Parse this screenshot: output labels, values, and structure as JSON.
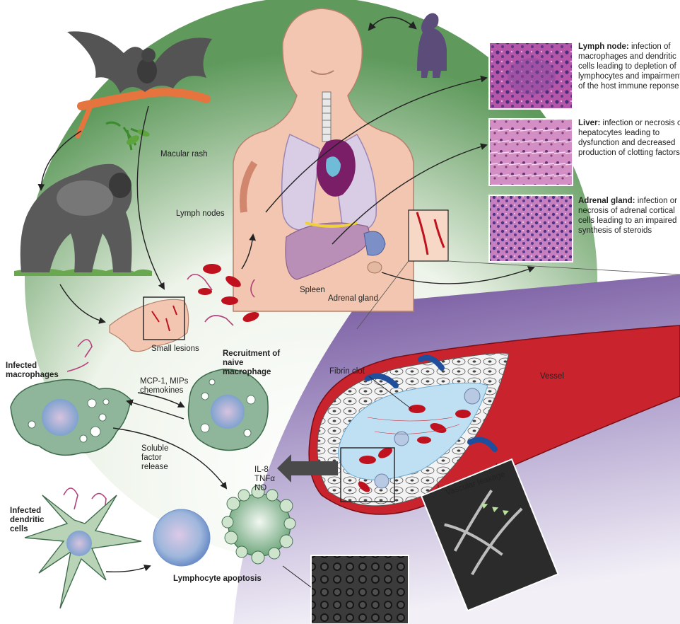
{
  "labels": {
    "macular_rash": "Macular rash",
    "lymph_nodes": "Lymph nodes",
    "spleen": "Spleen",
    "adrenal_gland": "Adrenal gland",
    "small_lesions": "Small lesions",
    "recruitment": "Recruitment of naive macrophage",
    "infected_macrophages": "Infected macrophages",
    "chemokines": "MCP-1, MIPs chemokines",
    "soluble_factor": "Soluble factor release",
    "infected_dendritic": "Infected dendritic cells",
    "lymphocyte_apoptosis": "Lymphocyte apoptosis",
    "cytokines": "IL-8 TNFα NO",
    "fibrin_clot": "Fibrin clot",
    "vessel": "Vessel",
    "vascular_leakage": "Vascular leakage"
  },
  "panels": {
    "lymph_node": {
      "title": "Lymph node:",
      "text": "infection of macrophages and dendritic cells leading to depletion of lymphocytes and impairment of the host immune reponse"
    },
    "liver": {
      "title": "Liver:",
      "text": "infection or necrosis of hepatocytes leading to dysfunction and decreased production of clotting factors"
    },
    "adrenal": {
      "title": "Adrenal gland:",
      "text": "infection or necrosis of adrenal cortical cells leading to an impaired synthesis of steroids"
    }
  },
  "colors": {
    "green_background": "#5f9a5c",
    "purple_background": "#6d4d98",
    "skin": "#f2c6b0",
    "cell_green": "#8fb59a",
    "blood_red": "#c0121e",
    "tissue_pink": "#c06ab0"
  }
}
